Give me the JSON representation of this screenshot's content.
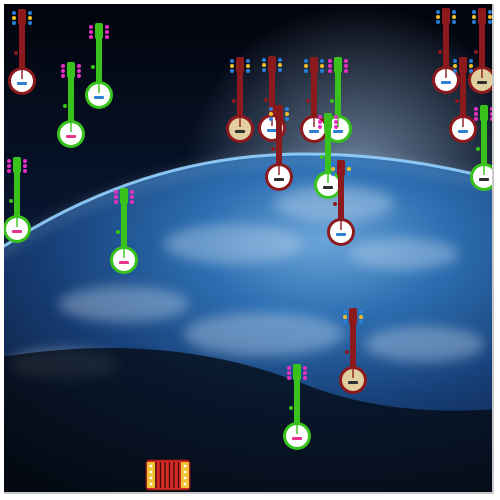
{
  "game": {
    "scene": "space-earth-horizon",
    "colors": {
      "sky_top": "#030611",
      "sky_mid": "#0b1d3e",
      "atmosphere": "#6fb6ff",
      "ocean": "#0f3e78",
      "cloud": "#cfe3f7",
      "green_instrument": "#39c21b",
      "maroon_instrument": "#8c1a1d",
      "tan_face": "#e2cfa0",
      "peg_pink": "#e82fc4",
      "peg_blue": "#2a7ed8",
      "peg_yellow": "#f3c02c",
      "face_bar_blue": "#2c7fd6",
      "face_bar_pink": "#e8338e",
      "face_bar_dark": "#2f2f2f",
      "accordion_red": "#d62b24",
      "accordion_gold": "#f1c232"
    },
    "player": {
      "icon": "accordion-icon"
    },
    "falling_instruments": [
      {
        "variant": "maroon",
        "face": "white",
        "bar": "blue"
      },
      {
        "variant": "green",
        "face": "white",
        "bar": "blue"
      },
      {
        "variant": "green",
        "face": "white",
        "bar": "pink"
      },
      {
        "variant": "maroon",
        "face": "tan",
        "bar": "dark"
      },
      {
        "variant": "maroon",
        "face": "white",
        "bar": "blue"
      },
      {
        "variant": "maroon",
        "face": "white",
        "bar": "blue"
      },
      {
        "variant": "green",
        "face": "white",
        "bar": "blue"
      },
      {
        "variant": "maroon",
        "face": "white",
        "bar": "dark"
      },
      {
        "variant": "green",
        "face": "white",
        "bar": "dark"
      },
      {
        "variant": "green",
        "face": "white",
        "bar": "pink"
      },
      {
        "variant": "green",
        "face": "white",
        "bar": "pink"
      },
      {
        "variant": "maroon",
        "face": "white",
        "bar": "blue"
      },
      {
        "variant": "maroon",
        "face": "white",
        "bar": "blue"
      },
      {
        "variant": "maroon",
        "face": "tan",
        "bar": "dark"
      },
      {
        "variant": "maroon",
        "face": "white",
        "bar": "blue"
      },
      {
        "variant": "green",
        "face": "white",
        "bar": "dark"
      },
      {
        "variant": "green",
        "face": "white",
        "bar": "pink"
      },
      {
        "variant": "maroon",
        "face": "tan",
        "bar": "dark"
      }
    ]
  }
}
